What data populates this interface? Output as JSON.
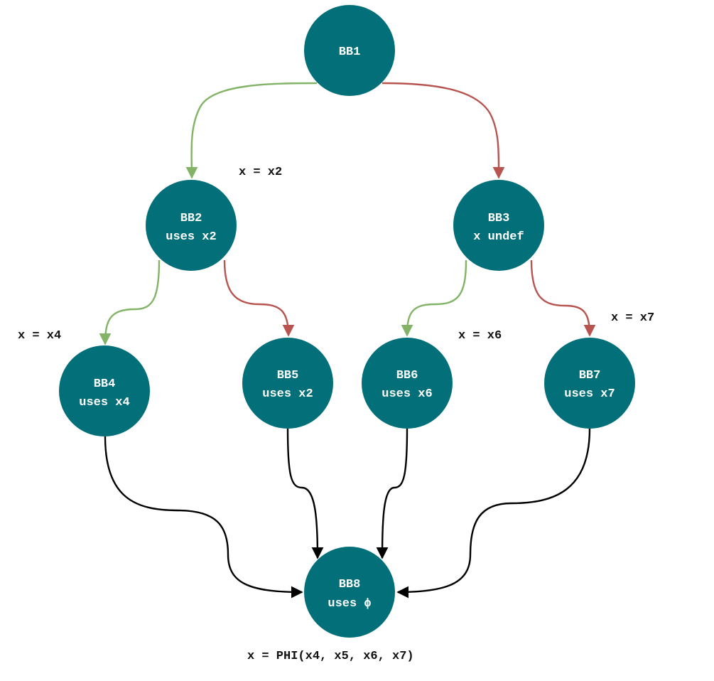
{
  "colors": {
    "node_fill": "#037079",
    "node_text": "#ffffff",
    "edge_true": "#82b366",
    "edge_false": "#b85450",
    "edge_merge": "#000000",
    "annotation_text": "#111111"
  },
  "nodes": {
    "bb1": {
      "line1": "BB1",
      "line2": ""
    },
    "bb2": {
      "line1": "BB2",
      "line2": "uses x2"
    },
    "bb3": {
      "line1": "BB3",
      "line2": "x undef"
    },
    "bb4": {
      "line1": "BB4",
      "line2": "uses x4"
    },
    "bb5": {
      "line1": "BB5",
      "line2": "uses x2"
    },
    "bb6": {
      "line1": "BB6",
      "line2": "uses x6"
    },
    "bb7": {
      "line1": "BB7",
      "line2": "uses x7"
    },
    "bb8": {
      "line1": "BB8",
      "line2": "uses ϕ"
    }
  },
  "annotations": {
    "bb2_def": "x = x2",
    "bb4_def": "x = x4",
    "bb6_def": "x = x6",
    "bb7_def": "x = x7",
    "phi_def": "x = PHI(x4, x5, x6, x7)"
  },
  "edges": [
    {
      "from": "BB1",
      "to": "BB2",
      "kind": "true"
    },
    {
      "from": "BB1",
      "to": "BB3",
      "kind": "false"
    },
    {
      "from": "BB2",
      "to": "BB4",
      "kind": "true"
    },
    {
      "from": "BB2",
      "to": "BB5",
      "kind": "false"
    },
    {
      "from": "BB3",
      "to": "BB6",
      "kind": "true"
    },
    {
      "from": "BB3",
      "to": "BB7",
      "kind": "false"
    },
    {
      "from": "BB4",
      "to": "BB8",
      "kind": "merge"
    },
    {
      "from": "BB5",
      "to": "BB8",
      "kind": "merge"
    },
    {
      "from": "BB6",
      "to": "BB8",
      "kind": "merge"
    },
    {
      "from": "BB7",
      "to": "BB8",
      "kind": "merge"
    }
  ]
}
